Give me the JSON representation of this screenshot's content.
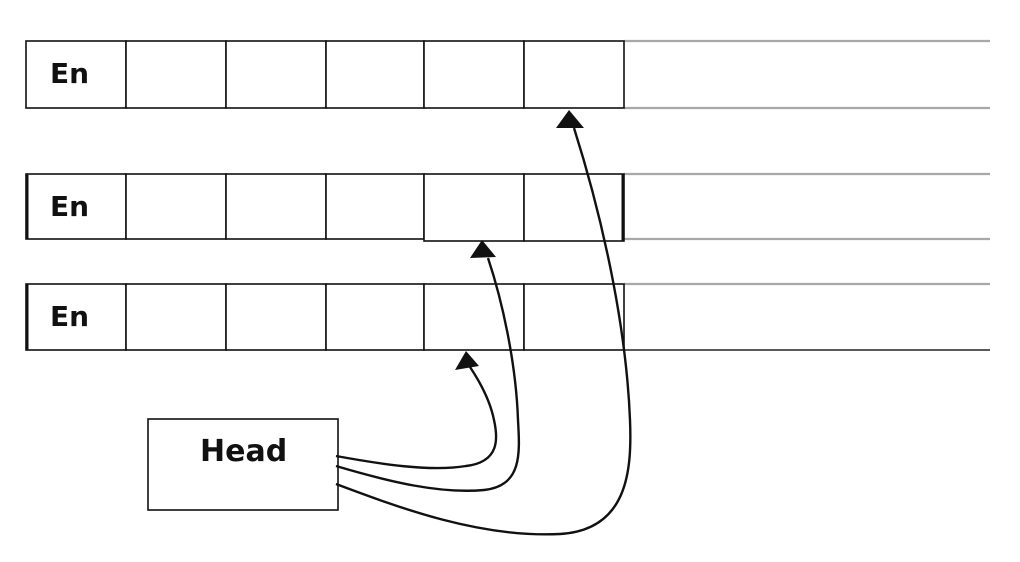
{
  "rows": [
    {
      "first_cell_label": "En"
    },
    {
      "first_cell_label": "En"
    },
    {
      "first_cell_label": "En"
    }
  ],
  "head": {
    "label": "Head"
  },
  "pointers_target": [
    {
      "from": "head",
      "to": "row-3-cell-5"
    },
    {
      "from": "head",
      "to": "row-2-cell-5"
    },
    {
      "from": "head",
      "to": "row-1-cell-6"
    }
  ]
}
